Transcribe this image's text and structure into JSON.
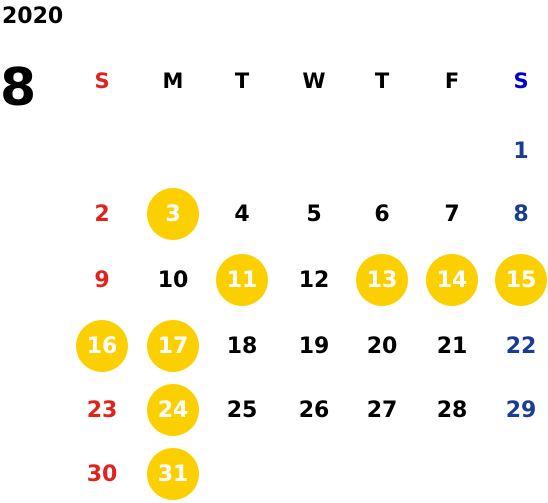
{
  "year": "2020",
  "month": "8",
  "colors": {
    "sunday": "#e0231c",
    "saturday": "#0000cc",
    "saturday_date": "#1a3d8f",
    "weekday": "#000000",
    "highlight": "#fcd000",
    "highlight_text": "#ffffff"
  },
  "weekdays": [
    "S",
    "M",
    "T",
    "W",
    "T",
    "F",
    "S"
  ],
  "weeks": [
    [
      null,
      null,
      null,
      null,
      null,
      null,
      {
        "d": "1",
        "hl": false
      }
    ],
    [
      {
        "d": "2",
        "hl": false
      },
      {
        "d": "3",
        "hl": true
      },
      {
        "d": "4",
        "hl": false
      },
      {
        "d": "5",
        "hl": false
      },
      {
        "d": "6",
        "hl": false
      },
      {
        "d": "7",
        "hl": false
      },
      {
        "d": "8",
        "hl": false
      }
    ],
    [
      {
        "d": "9",
        "hl": false
      },
      {
        "d": "10",
        "hl": false
      },
      {
        "d": "11",
        "hl": true
      },
      {
        "d": "12",
        "hl": false
      },
      {
        "d": "13",
        "hl": true
      },
      {
        "d": "14",
        "hl": true
      },
      {
        "d": "15",
        "hl": true
      }
    ],
    [
      {
        "d": "16",
        "hl": true
      },
      {
        "d": "17",
        "hl": true
      },
      {
        "d": "18",
        "hl": false
      },
      {
        "d": "19",
        "hl": false
      },
      {
        "d": "20",
        "hl": false
      },
      {
        "d": "21",
        "hl": false
      },
      {
        "d": "22",
        "hl": false
      }
    ],
    [
      {
        "d": "23",
        "hl": false
      },
      {
        "d": "24",
        "hl": true
      },
      {
        "d": "25",
        "hl": false
      },
      {
        "d": "26",
        "hl": false
      },
      {
        "d": "27",
        "hl": false
      },
      {
        "d": "28",
        "hl": false
      },
      {
        "d": "29",
        "hl": false
      }
    ],
    [
      {
        "d": "30",
        "hl": false
      },
      {
        "d": "31",
        "hl": true
      },
      null,
      null,
      null,
      null,
      null
    ]
  ]
}
